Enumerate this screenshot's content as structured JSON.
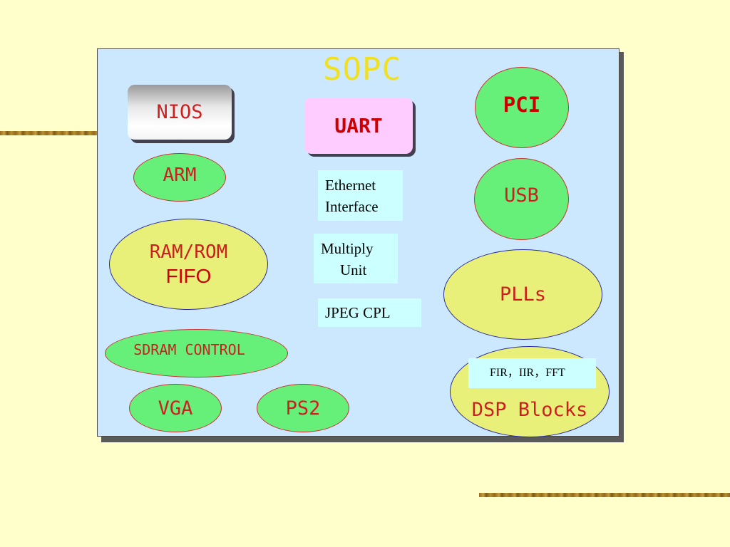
{
  "title": "SOPC",
  "blocks": {
    "nios": "NIOS",
    "uart": "UART",
    "pci": "PCI",
    "arm": "ARM",
    "usb": "USB",
    "ram_rom": "RAM/ROM",
    "fifo": "FIFO",
    "plls": "PLLs",
    "sdram": "SDRAM CONTROL",
    "vga": "VGA",
    "ps2": "PS2",
    "dsp": "DSP Blocks",
    "dsp_detail": "FIR，IIR，FFT"
  },
  "boxes": {
    "ethernet_line1": "Ethernet",
    "ethernet_line2": "Interface",
    "multiply_line1": "Multiply",
    "multiply_line2": "Unit",
    "jpeg": "JPEG CPL"
  },
  "colors": {
    "background": "#ffffcc",
    "panel": "#cce8ff",
    "title": "#f0e020",
    "green_block": "#66f07a",
    "yellow_block": "#e8f07a",
    "uart_block": "#ffccff",
    "label_box": "#ccffff"
  }
}
